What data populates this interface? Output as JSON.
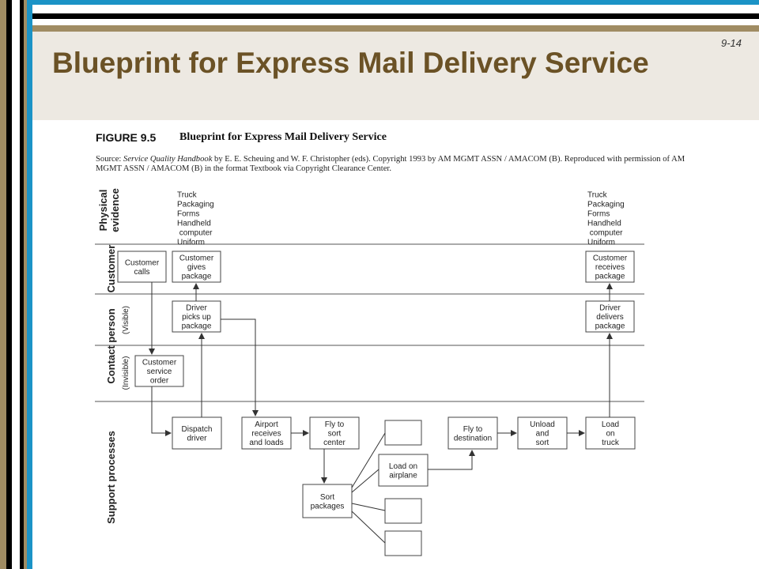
{
  "slide": {
    "title": "Blueprint for Express Mail Delivery Service",
    "page_number": "9-14"
  },
  "figure": {
    "label": "FIGURE 9.5",
    "title": "Blueprint for Express Mail Delivery Service",
    "source_prefix": "Source: ",
    "source_book": "Service Quality Handbook",
    "source_rest": " by E. E. Scheuing and W. F. Christopher (eds). Copyright 1993 by AM MGMT ASSN / AMACOM (B). Reproduced with permission of AM MGMT ASSN / AMACOM (B) in the format Textbook via Copyright Clearance Center."
  },
  "lanes": {
    "physical": [
      "Physical",
      "evidence"
    ],
    "customer": [
      "Customer"
    ],
    "contact": [
      "Contact person"
    ],
    "visible": [
      "(Visible)"
    ],
    "invisible": [
      "(Invisible)"
    ],
    "support": [
      "Support processes"
    ]
  },
  "evidence_left": [
    "Truck",
    "Packaging",
    "Forms",
    "Handheld",
    "  computer",
    "Uniform"
  ],
  "evidence_right": [
    "Truck",
    "Packaging",
    "Forms",
    "Handheld",
    "  computer",
    "Uniform"
  ],
  "nodes": {
    "customer_calls": [
      "Customer",
      "calls"
    ],
    "customer_gives": [
      "Customer",
      "gives",
      "package"
    ],
    "customer_receives": [
      "Customer",
      "receives",
      "package"
    ],
    "driver_picks_up": [
      "Driver",
      "picks up",
      "package"
    ],
    "driver_delivers": [
      "Driver",
      "delivers",
      "package"
    ],
    "service_order": [
      "Customer",
      "service",
      "order"
    ],
    "dispatch_driver": [
      "Dispatch",
      "driver"
    ],
    "airport": [
      "Airport",
      "receives",
      "and loads"
    ],
    "fly_sort": [
      "Fly to",
      "sort",
      "center"
    ],
    "sort_packages": [
      "Sort",
      "packages"
    ],
    "load_airplane": [
      "Load on",
      "airplane"
    ],
    "fly_destination": [
      "Fly to",
      "destination"
    ],
    "unload_sort": [
      "Unload",
      "and",
      "sort"
    ],
    "load_truck": [
      "Load",
      "on",
      "truck"
    ]
  }
}
